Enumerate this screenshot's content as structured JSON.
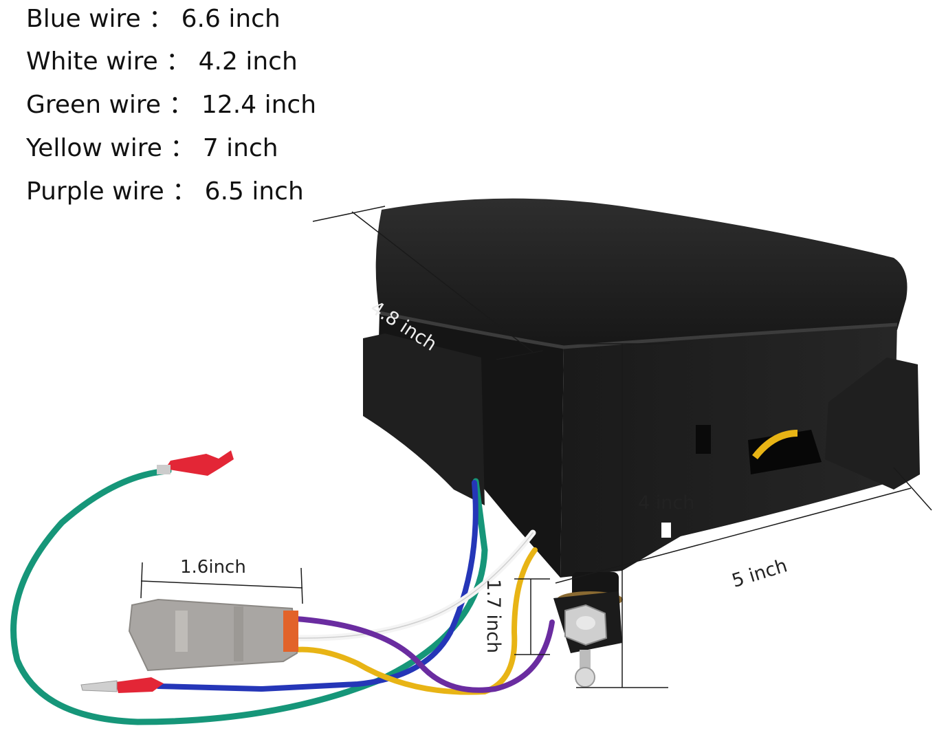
{
  "wire_lengths": [
    {
      "label": "Blue wire",
      "sep": "：",
      "value": "6.6 inch"
    },
    {
      "label": "White wire",
      "sep": "：",
      "value": "4.2 inch"
    },
    {
      "label": "Green wire",
      "sep": "：",
      "value": "12.4 inch"
    },
    {
      "label": "Yellow wire",
      "sep": "：",
      "value": "7 inch"
    },
    {
      "label": "Purple wire",
      "sep": "：",
      "value": "6.5 inch"
    }
  ],
  "dimensions": {
    "depth": "4.8 inch",
    "height": "4 inch",
    "width": "5 inch",
    "shaft": "1.7 inch",
    "connector": "1.6inch"
  },
  "colors": {
    "housing": "#1c1c1c",
    "connector": "#a9a6a3",
    "blue_wire": "#2536b8",
    "white_wire": "#f4f4f4",
    "green_wire": "#169679",
    "yellow_wire": "#e8b415",
    "purple_wire": "#6a2ca0",
    "terminal_red": "#e32636"
  }
}
